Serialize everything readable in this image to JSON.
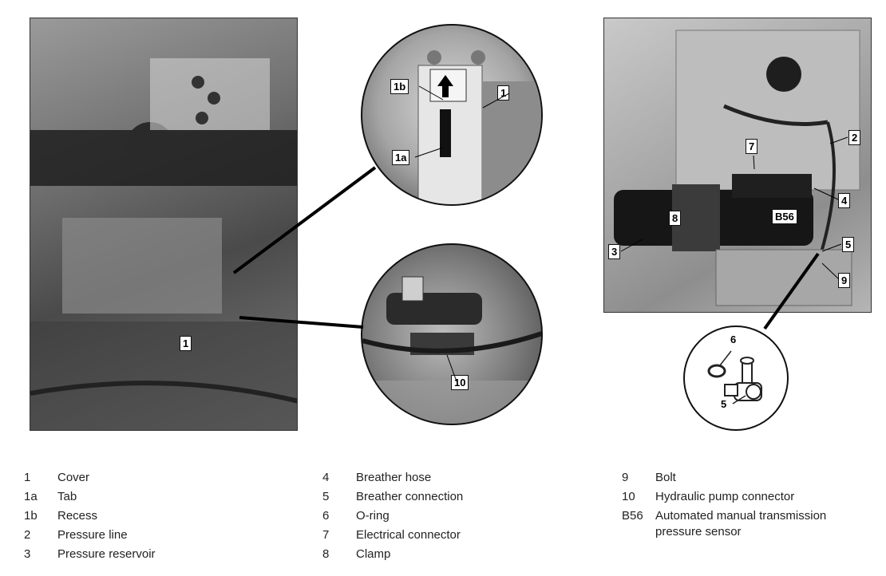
{
  "callouts": {
    "main_1": "1",
    "top_1": "1",
    "top_1a": "1a",
    "top_1b": "1b",
    "mid_10": "10",
    "right_2": "2",
    "right_3": "3",
    "right_4": "4",
    "right_5": "5",
    "right_7": "7",
    "right_8": "8",
    "right_9": "9",
    "right_B56": "B56",
    "detail_5": "5",
    "detail_6": "6"
  },
  "legend": {
    "col1": [
      {
        "num": "1",
        "text": "Cover"
      },
      {
        "num": "1a",
        "text": "Tab"
      },
      {
        "num": "1b",
        "text": "Recess"
      },
      {
        "num": "2",
        "text": "Pressure line"
      },
      {
        "num": "3",
        "text": "Pressure reservoir"
      }
    ],
    "col2": [
      {
        "num": "4",
        "text": "Breather hose"
      },
      {
        "num": "5",
        "text": "Breather connection"
      },
      {
        "num": "6",
        "text": "O-ring"
      },
      {
        "num": "7",
        "text": "Electrical connector"
      },
      {
        "num": "8",
        "text": "Clamp"
      }
    ],
    "col3": [
      {
        "num": "9",
        "text": "Bolt"
      },
      {
        "num": "10",
        "text": "Hydraulic pump connector"
      },
      {
        "num": "B56",
        "text": "Automated manual transmission pressure sensor"
      }
    ]
  }
}
